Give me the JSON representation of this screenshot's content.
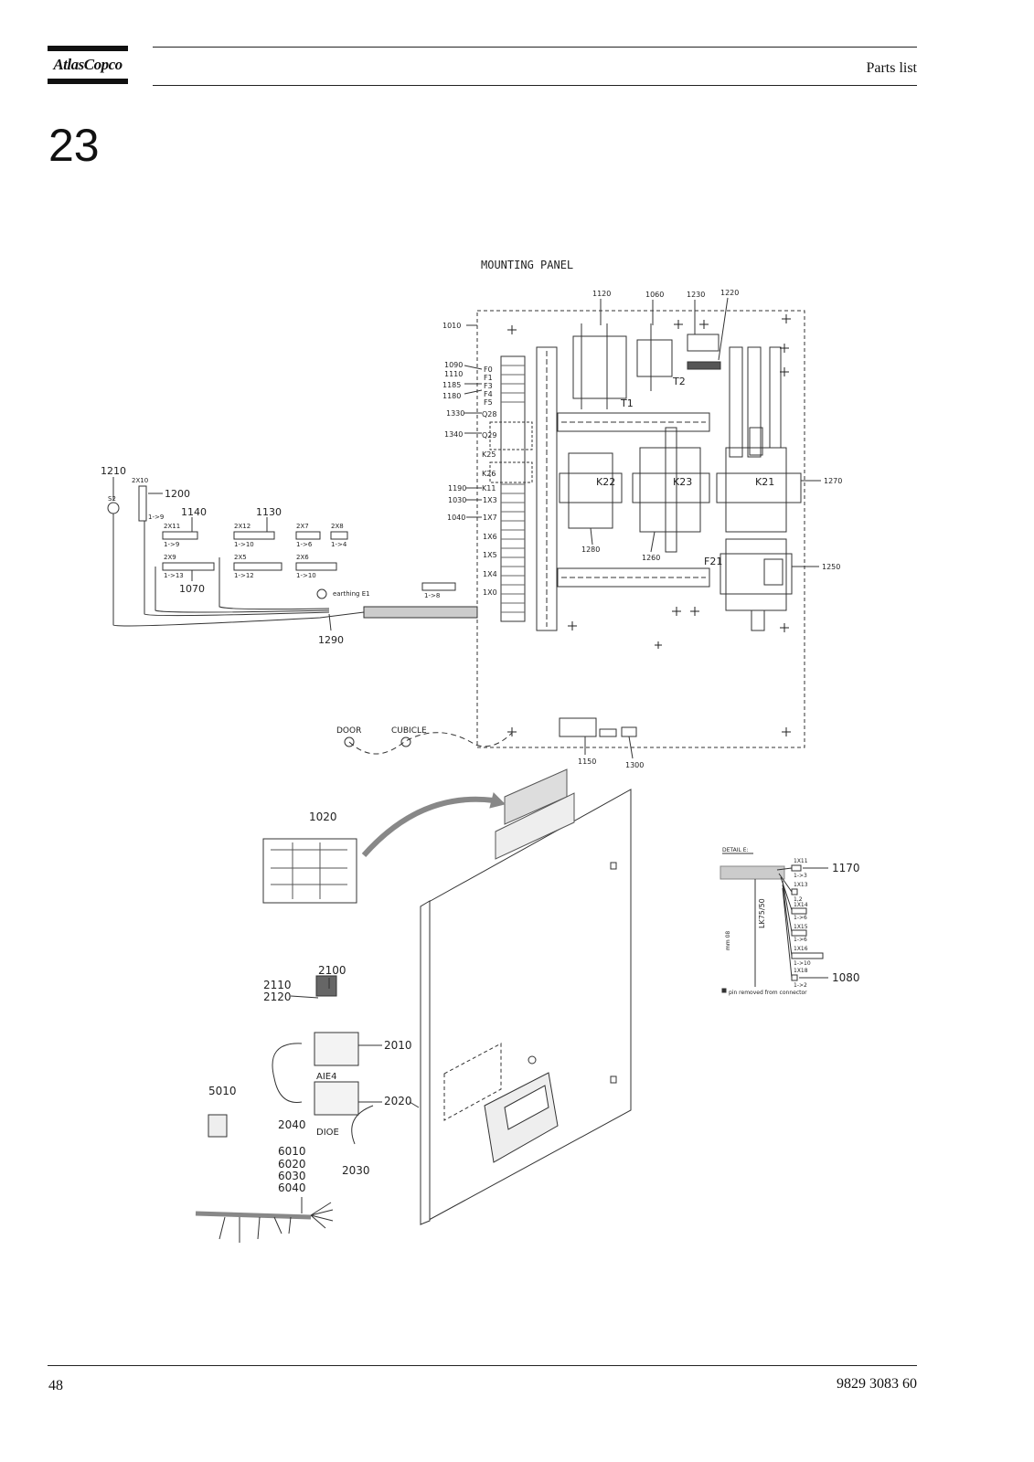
{
  "header": {
    "brand": "AtlasCopco",
    "section": "Parts list",
    "chapter": "23"
  },
  "footer": {
    "page_number": "48",
    "doc_number": "9829 3083 60"
  },
  "drawing": {
    "panel_title": "MOUNTING PANEL",
    "top_refs": [
      "1120",
      "1060",
      "1230",
      "1220"
    ],
    "left_refs": [
      "1010",
      "1090",
      "1110",
      "1185",
      "1180",
      "1330",
      "1340",
      "1190",
      "1030",
      "1040"
    ],
    "fuse_labels": [
      "F0",
      "F1",
      "F3",
      "F4",
      "F5"
    ],
    "rail_labels": [
      "Q28",
      "Q29",
      "K25",
      "K26",
      "K11",
      "1X3",
      "1X7",
      "1X6",
      "1X5",
      "1X4",
      "1X0"
    ],
    "components": {
      "t1": "T1",
      "t2": "T2",
      "k22": "K22",
      "k23": "K23",
      "k21": "K21",
      "f21": "F21"
    },
    "right_refs": [
      "1270",
      "1250"
    ],
    "under_refs": [
      "1280",
      "1260"
    ],
    "bottom_refs": [
      "1150",
      "1300"
    ],
    "harness_refs": [
      "1210",
      "1200",
      "1140",
      "1130",
      "1070",
      "1290"
    ],
    "harness_small": {
      "s2": "S2",
      "x2x10": "2X10",
      "r19": "1->9",
      "x2x11": "2X11",
      "r2x11": "1->9",
      "x2x12": "2X12",
      "r2x12": "1->10",
      "x2x7": "2X7",
      "r2x7": "1->6",
      "x2x8": "2X8",
      "r2x8": "1->4",
      "x2x9": "2X9",
      "r2x9": "1->13",
      "x2x5": "2X5",
      "r2x5": "1->12",
      "x2x6": "2X6",
      "r2x6": "1->10",
      "r18": "1->8"
    },
    "earthing": "earthing E1",
    "door": "DOOR",
    "cubicle": "CUBICLE",
    "detail_title": "DETAIL E:",
    "detail_refs": [
      "1170",
      "1080"
    ],
    "detail_conn": [
      "1X11",
      "1->3",
      "1X13",
      "1,2",
      "1X14",
      "1->6",
      "1X15",
      "1->6",
      "1X16",
      "1->10",
      "1X18",
      "1->2"
    ],
    "detail_cable": "LK75/50",
    "detail_cable2": "mm 08",
    "detail_note": "pin removed from connector",
    "lower_refs": [
      "1020",
      "2100",
      "2110",
      "2120",
      "2010",
      "5010",
      "2040",
      "2020",
      "2030",
      "6010",
      "6020",
      "6030",
      "6040"
    ],
    "aie4": "AIE4",
    "dioe": "DIOE"
  }
}
